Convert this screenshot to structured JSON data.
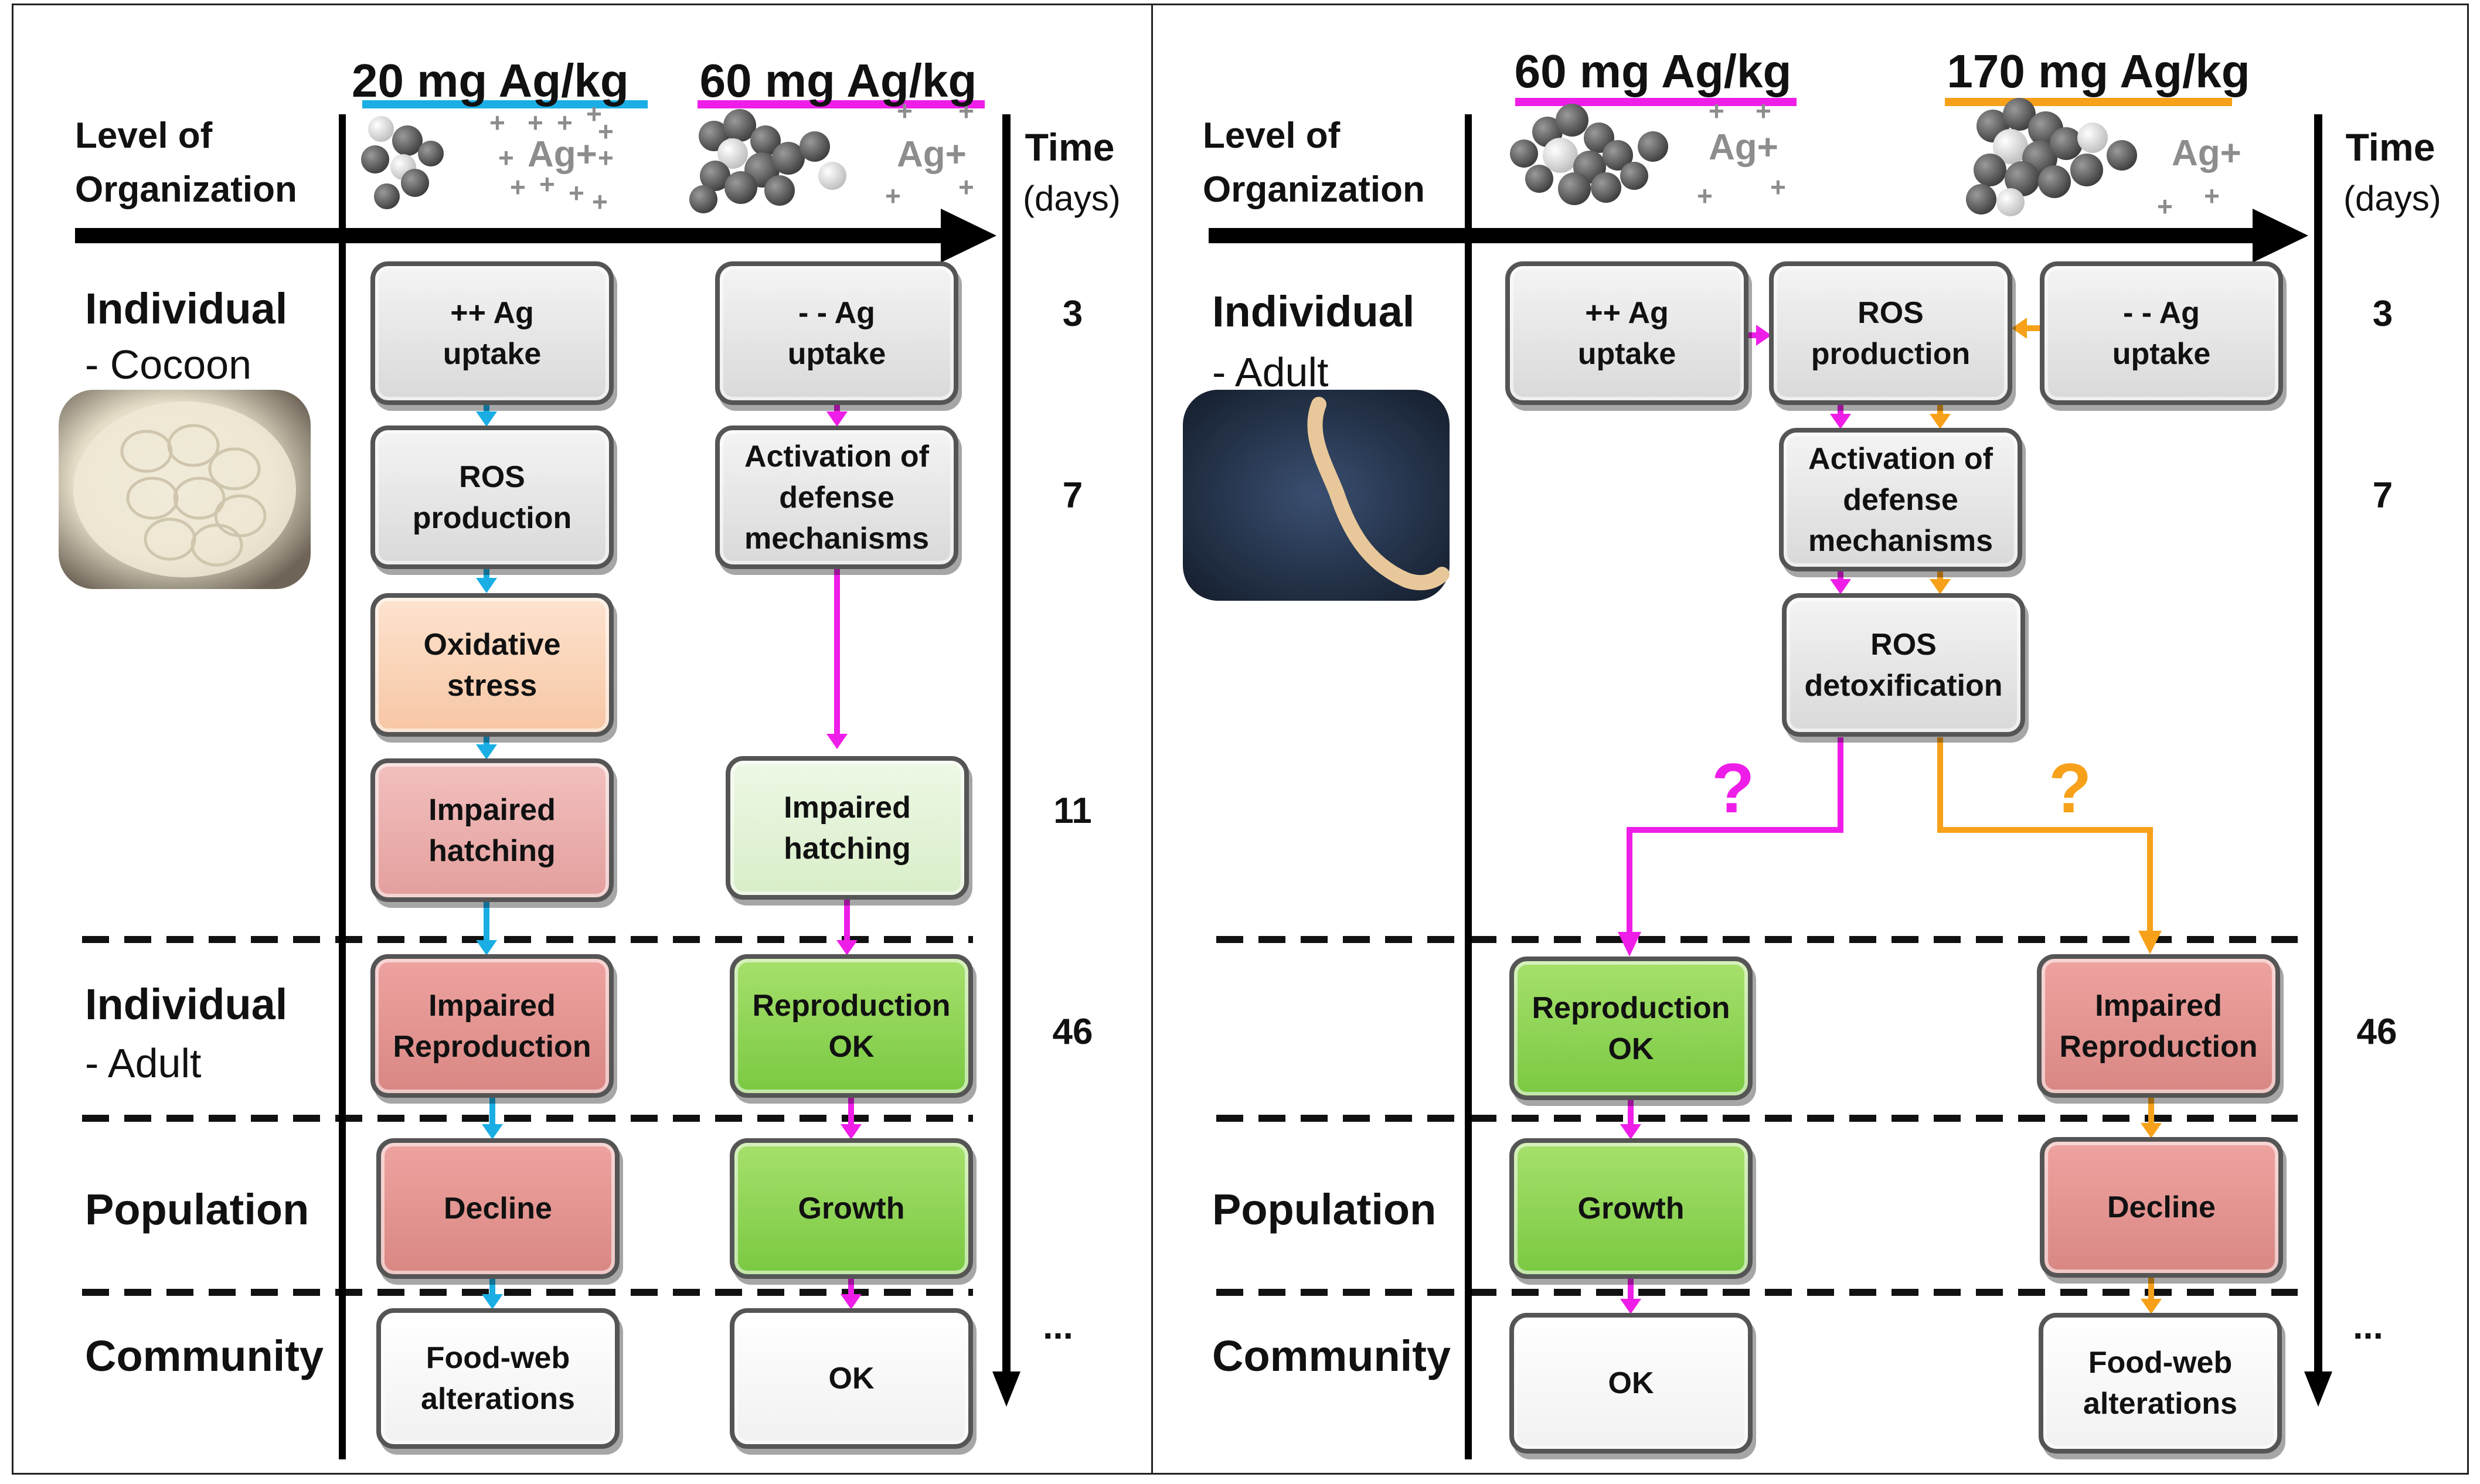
{
  "colors": {
    "low_dose": "#1aaee5",
    "mid_dose": "#ee1ee8",
    "high_dose": "#f7a11a",
    "adverse": "#d98783",
    "benign": "#7ac942"
  },
  "left_panel": {
    "axis_title": [
      "Level of",
      "Organization"
    ],
    "time_title": "Time",
    "time_unit": "(days)",
    "dose_a": "20 mg Ag/kg",
    "dose_b": "60 mg Ag/kg",
    "ion_label_a": "Ag+",
    "ion_label_b": "Ag+",
    "levels": {
      "individual": "Individual",
      "cocoon": "- Cocoon",
      "individual_adult": "Individual",
      "adult": "- Adult",
      "population": "Population",
      "community": "Community"
    },
    "days": [
      "3",
      "7",
      "11",
      "46",
      "..."
    ],
    "boxes_a": [
      "++ Ag\nuptake",
      "ROS\nproduction",
      "Oxidative\nstress",
      "Impaired\nhatching",
      "Impaired\nReproduction",
      "Decline",
      "Food-web\nalterations"
    ],
    "boxes_b": [
      "- - Ag\nuptake",
      "Activation of\ndefense\nmechanisms",
      "Impaired\nhatching",
      "Reproduction\nOK",
      "Growth",
      "OK"
    ]
  },
  "right_panel": {
    "axis_title": [
      "Level of",
      "Organization"
    ],
    "time_title": "Time",
    "time_unit": "(days)",
    "dose_a": "60 mg Ag/kg",
    "dose_b": "170 mg Ag/kg",
    "ion_label_a": "Ag+",
    "ion_label_b": "Ag+",
    "levels": {
      "individual": "Individual",
      "adult": "- Adult",
      "population": "Population",
      "community": "Community"
    },
    "days": [
      "3",
      "7",
      "46",
      "..."
    ],
    "question": "?",
    "boxes_top": [
      "++ Ag\nuptake",
      "ROS\nproduction",
      "- - Ag\nuptake"
    ],
    "boxes_center": [
      "Activation of\ndefense\nmechanisms",
      "ROS\ndetoxification"
    ],
    "boxes_a": [
      "Reproduction\nOK",
      "Growth",
      "OK"
    ],
    "boxes_b": [
      "Impaired\nReproduction",
      "Decline",
      "Food-web\nalterations"
    ]
  }
}
